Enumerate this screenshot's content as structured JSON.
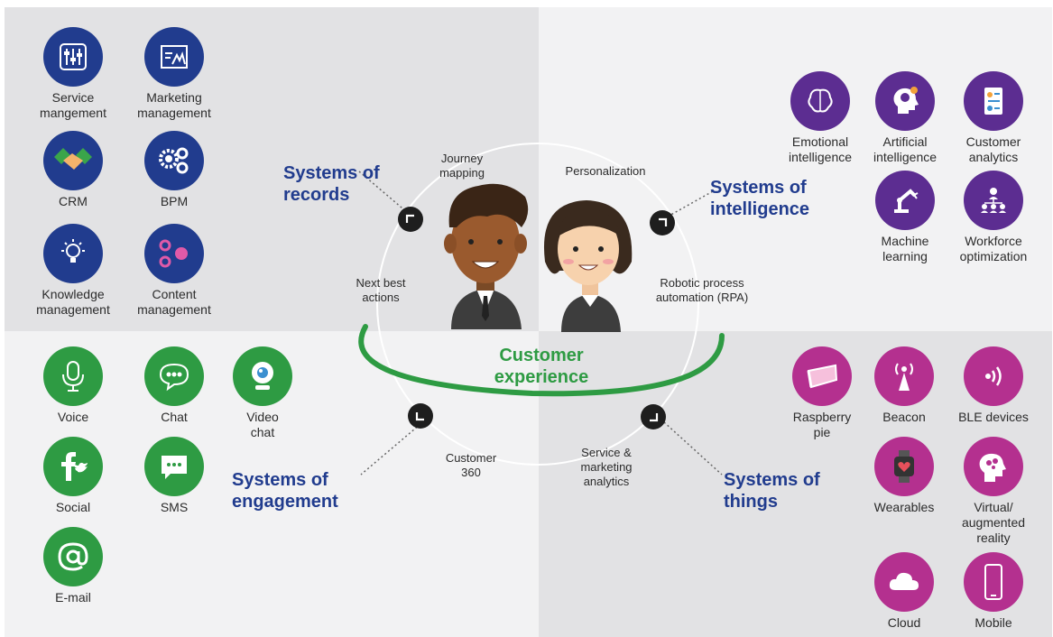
{
  "center": {
    "title": "Customer\nexperience"
  },
  "systems": {
    "records": "Systems of\nrecords",
    "intelligence": "Systems of\nintelligence",
    "engagement": "Systems of\nengagement",
    "things": "Systems of\nthings"
  },
  "ring_labels": {
    "journey": "Journey\nmapping",
    "personalization": "Personalization",
    "next_best": "Next best\nactions",
    "rpa": "Robotic process\nautomation (RPA)",
    "customer360": "Customer\n360",
    "service_analytics": "Service &\nmarketing\nanalytics"
  },
  "records_items": [
    {
      "label": "Service\nmangement",
      "icon": "sliders-icon"
    },
    {
      "label": "Marketing\nmanagement",
      "icon": "presentation-icon"
    },
    {
      "label": "CRM",
      "icon": "handshake-icon"
    },
    {
      "label": "BPM",
      "icon": "gears-icon"
    },
    {
      "label": "Knowledge\nmanagement",
      "icon": "lightbulb-icon"
    },
    {
      "label": "Content\nmanagement",
      "icon": "dots-icon"
    }
  ],
  "intelligence_items": [
    {
      "label": "Emotional\nintelligence",
      "icon": "brain-icon"
    },
    {
      "label": "Artificial\nintelligence",
      "icon": "ai-head-icon"
    },
    {
      "label": "Customer\nanalytics",
      "icon": "report-icon"
    },
    {
      "label": "Machine\nlearning",
      "icon": "robot-arm-icon"
    },
    {
      "label": "Workforce\noptimization",
      "icon": "org-chart-icon"
    }
  ],
  "engagement_items": [
    {
      "label": "Voice",
      "icon": "microphone-icon"
    },
    {
      "label": "Chat",
      "icon": "chat-bubble-icon"
    },
    {
      "label": "Video\nchat",
      "icon": "webcam-icon"
    },
    {
      "label": "Social",
      "icon": "social-icon"
    },
    {
      "label": "SMS",
      "icon": "sms-icon"
    },
    {
      "label": "E-mail",
      "icon": "at-sign-icon"
    }
  ],
  "things_items": [
    {
      "label": "Raspberry\npie",
      "icon": "pie-icon"
    },
    {
      "label": "Beacon",
      "icon": "beacon-icon"
    },
    {
      "label": "BLE devices",
      "icon": "ble-icon"
    },
    {
      "label": "Wearables",
      "icon": "smartwatch-icon"
    },
    {
      "label": "Virtual/\naugmented\nreality",
      "icon": "vr-head-icon"
    },
    {
      "label": "Cloud",
      "icon": "cloud-icon"
    },
    {
      "label": "Mobile",
      "icon": "mobile-icon"
    }
  ],
  "colors": {
    "records": "#213c8e",
    "intelligence": "#5c2d91",
    "engagement": "#2e9b43",
    "things": "#b4308f",
    "title_blue": "#213c8e",
    "ring_green": "#2e9b43"
  }
}
